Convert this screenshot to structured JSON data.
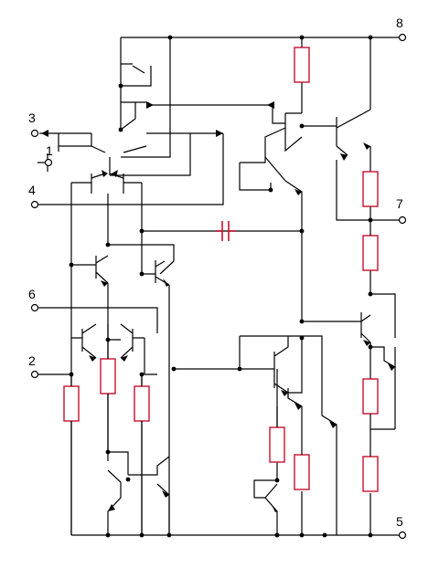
{
  "pins": [
    {
      "label": "8"
    },
    {
      "label": "3"
    },
    {
      "label": "1"
    },
    {
      "label": "4"
    },
    {
      "label": "7"
    },
    {
      "label": "6"
    },
    {
      "label": "2"
    },
    {
      "label": "5"
    }
  ],
  "colors": {
    "wire": "#000000",
    "passive": "#c8102e",
    "background": "#ffffff"
  }
}
